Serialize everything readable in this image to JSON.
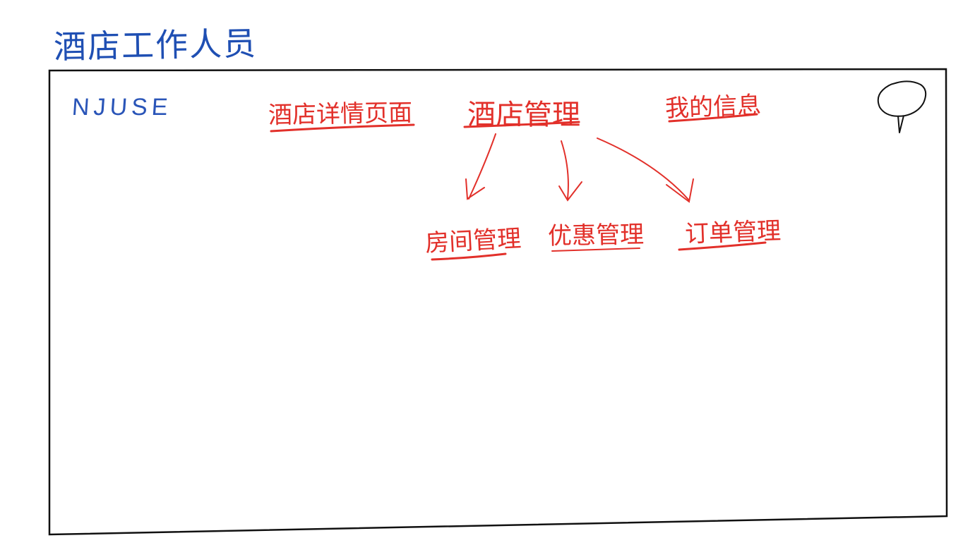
{
  "header": {
    "role_title": "酒店工作人员"
  },
  "app": {
    "brand": "NJUSE"
  },
  "nav": {
    "items": [
      {
        "id": "hotel-detail",
        "label": "酒店详情页面"
      },
      {
        "id": "hotel-manage",
        "label": "酒店管理"
      },
      {
        "id": "my-info",
        "label": "我的信息"
      }
    ]
  },
  "hotel_manage": {
    "submenu": [
      {
        "id": "room-manage",
        "label": "房间管理"
      },
      {
        "id": "promotion-manage",
        "label": "优惠管理"
      },
      {
        "id": "order-manage",
        "label": "订单管理"
      }
    ]
  },
  "user": {
    "avatar_icon": "user-avatar-icon"
  },
  "colors": {
    "ink_blue": "#1f4fb3",
    "ink_red": "#e2302a",
    "border": "#111111"
  }
}
